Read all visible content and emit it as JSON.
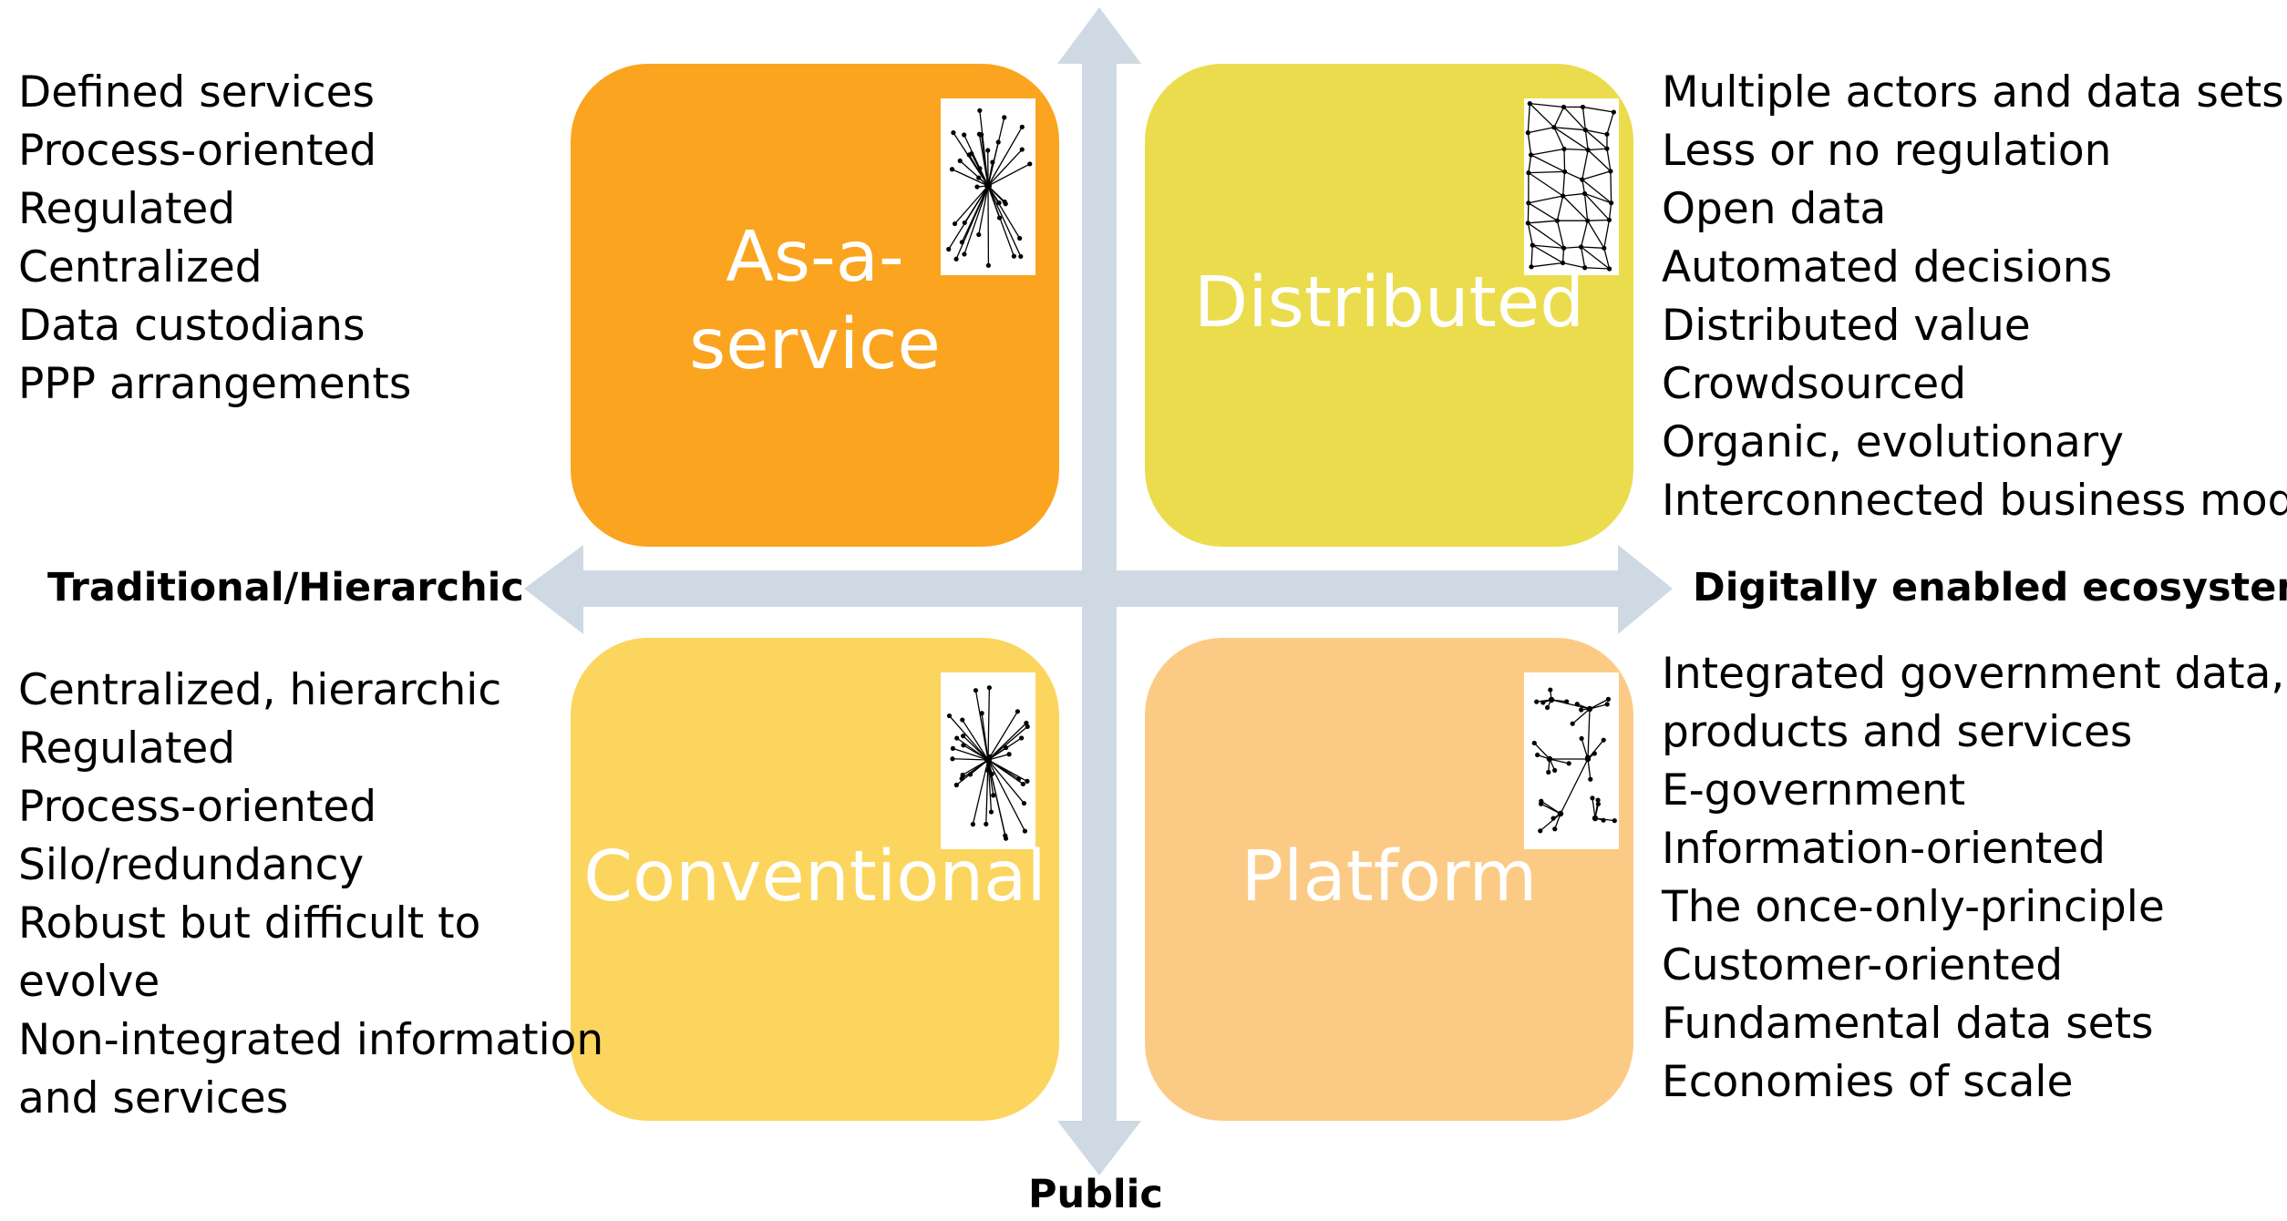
{
  "colors": {
    "axis": "#cfd9e3",
    "as_a_service": "#fba41f",
    "distributed": "#ebdc4d",
    "conventional": "#fbd55d",
    "platform": "#fbcb85"
  },
  "axes": {
    "left": "Traditional/Hierarchic",
    "right": "Digitally enabled ecosystem",
    "bottom": "Public"
  },
  "quadrants": {
    "top_left": {
      "label_line1": "As-a-",
      "label_line2": "service",
      "network_icon": "hub-network-icon"
    },
    "top_right": {
      "label": "Distributed",
      "network_icon": "mesh-network-icon"
    },
    "bottom_left": {
      "label": "Conventional",
      "network_icon": "hub-network-icon"
    },
    "bottom_right": {
      "label": "Platform",
      "network_icon": "cluster-network-icon"
    }
  },
  "lists": {
    "top_left": [
      "Defined services",
      "Process-oriented",
      "Regulated",
      "Centralized",
      "Data custodians",
      "PPP arrangements"
    ],
    "top_right": [
      "Multiple actors and data sets",
      "Less or no regulation",
      "Open data",
      "Automated decisions",
      "Distributed value",
      "Crowdsourced",
      "Organic, evolutionary",
      "Interconnected business models"
    ],
    "bottom_left": [
      "Centralized, hierarchic",
      "Regulated",
      "Process-oriented",
      "Silo/redundancy",
      "Robust but difficult to",
      "evolve",
      "Non-integrated information",
      "and services"
    ],
    "bottom_right": [
      "Integrated government data,",
      "products and services",
      "E-government",
      "Information-oriented",
      "The once-only-principle",
      "Customer-oriented",
      "Fundamental data sets",
      "Economies of scale"
    ]
  }
}
